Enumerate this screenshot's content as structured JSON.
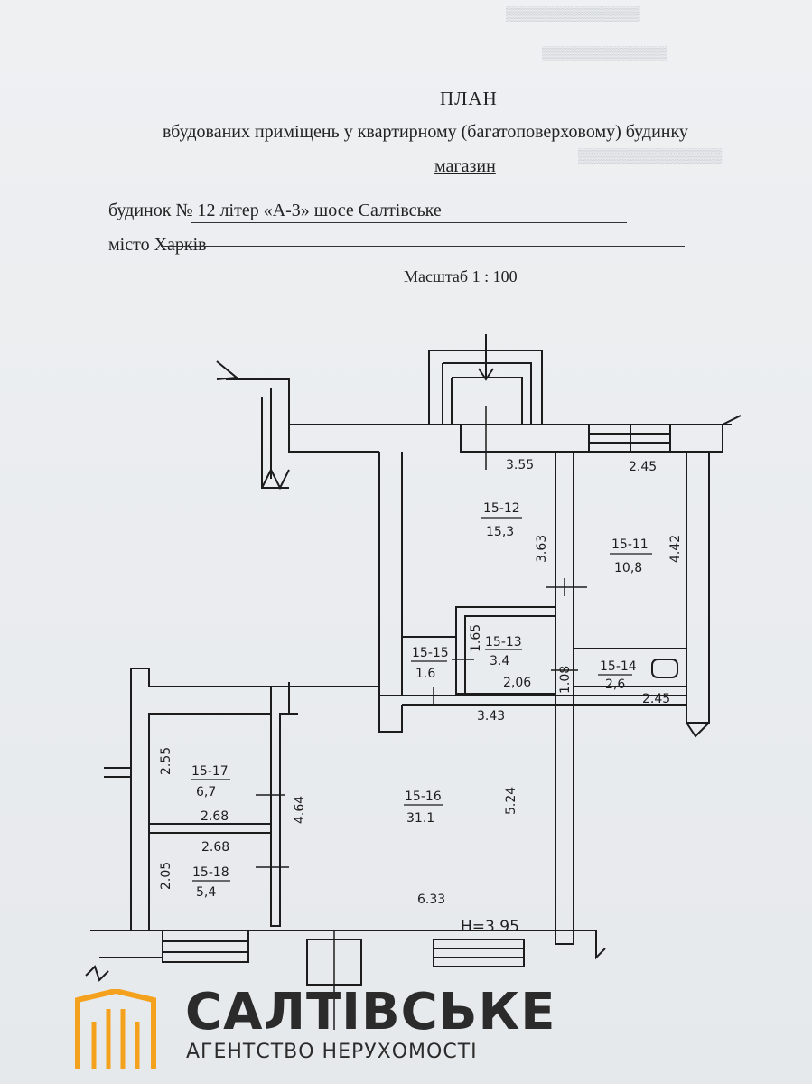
{
  "header": {
    "title": "ПЛАН",
    "subtitle": "вбудованих приміщень у квартирному (багатоповерховому) будинку",
    "kind": "магазин",
    "address": "будинок  № 12  літер «А-3» шосе Салтівське",
    "city": "місто Харків",
    "scale": "Масштаб 1 : 100"
  },
  "rooms": [
    {
      "id": "15-12",
      "area": "15,3"
    },
    {
      "id": "15-11",
      "area": "10,8"
    },
    {
      "id": "15-13",
      "area": "3.4"
    },
    {
      "id": "15-14",
      "area": "2,6"
    },
    {
      "id": "15-15",
      "area": "1.6"
    },
    {
      "id": "15-16",
      "area": "31.1"
    },
    {
      "id": "15-17",
      "area": "6,7"
    },
    {
      "id": "15-18",
      "area": "5,4"
    }
  ],
  "dimensions": [
    "3.55",
    "2.45",
    "3.63",
    "4.42",
    "1.65",
    "2,06",
    "1.08",
    "2.45",
    "3.43",
    "2.55",
    "4.64",
    "5.24",
    "2.68",
    "2.68",
    "2.05",
    "6.33"
  ],
  "height_label": "Н=3.95",
  "brand": {
    "name": "САЛТІВСЬКЕ",
    "tagline": "АГЕНТСТВО НЕРУХОМОСТІ",
    "accent": "#f4a21d"
  }
}
